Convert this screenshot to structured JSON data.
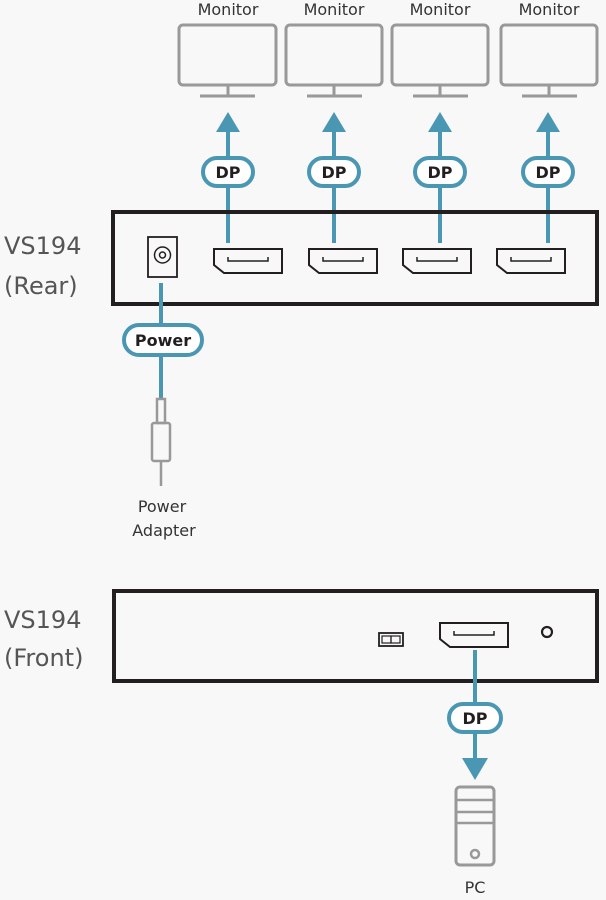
{
  "colors": {
    "cable": "#4a97b4",
    "device_outline": "#231f20",
    "peripheral_outline": "#999999",
    "label_gray": "#555555",
    "background": "#f8f8f8"
  },
  "monitors": [
    {
      "label": "Monitor",
      "icon": "monitor-icon",
      "cable": "DP"
    },
    {
      "label": "Monitor",
      "icon": "monitor-icon",
      "cable": "DP"
    },
    {
      "label": "Monitor",
      "icon": "monitor-icon",
      "cable": "DP"
    },
    {
      "label": "Monitor",
      "icon": "monitor-icon",
      "cable": "DP"
    }
  ],
  "rear_unit": {
    "title_line1": "VS194",
    "title_line2": "(Rear)",
    "ports": [
      "power-jack",
      "displayport-out-1",
      "displayport-out-2",
      "displayport-out-3",
      "displayport-out-4"
    ]
  },
  "power": {
    "cable_label": "Power",
    "adapter_label_line1": "Power",
    "adapter_label_line2": "Adapter",
    "icon": "power-adapter-icon"
  },
  "front_unit": {
    "title_line1": "VS194",
    "title_line2": "(Front)",
    "ports": [
      "switch",
      "displayport-in",
      "led-indicator"
    ]
  },
  "pc": {
    "label": "PC",
    "cable_label": "DP",
    "icon": "pc-tower-icon"
  }
}
